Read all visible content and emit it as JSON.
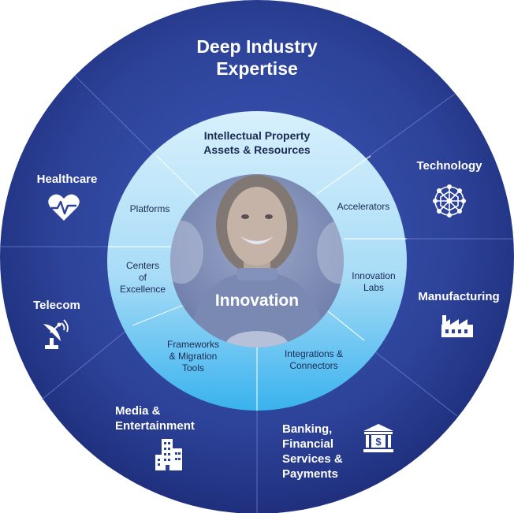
{
  "title": "Deep Industry\nExpertise",
  "center_label": "Innovation",
  "ip_assets": "Intellectual Property\nAssets & Resources",
  "inner_items": {
    "platforms": "Platforms",
    "accelerators": "Accelerators",
    "centers_of_excellence": "Centers\nof\nExcellence",
    "innovation_labs": "Innovation\nLabs",
    "frameworks": "Frameworks\n& Migration\nTools",
    "integrations": "Integrations &\nConnectors"
  },
  "industries": {
    "healthcare": "Healthcare",
    "technology": "Technology",
    "telecom": "Telecom",
    "manufacturing": "Manufacturing",
    "media": "Media &\nEntertainment",
    "banking": "Banking,\nFinancial\nServices &\nPayments"
  },
  "icons": {
    "healthcare": "heart-pulse-icon",
    "technology": "network-globe-icon",
    "telecom": "satellite-dish-icon",
    "manufacturing": "factory-icon",
    "media": "buildings-icon",
    "banking": "bank-icon"
  },
  "colors": {
    "outer_ring": "#2b3f95",
    "inner_ring": "#a9dcf6",
    "text_dark": "#1b2a52",
    "white": "#ffffff"
  }
}
